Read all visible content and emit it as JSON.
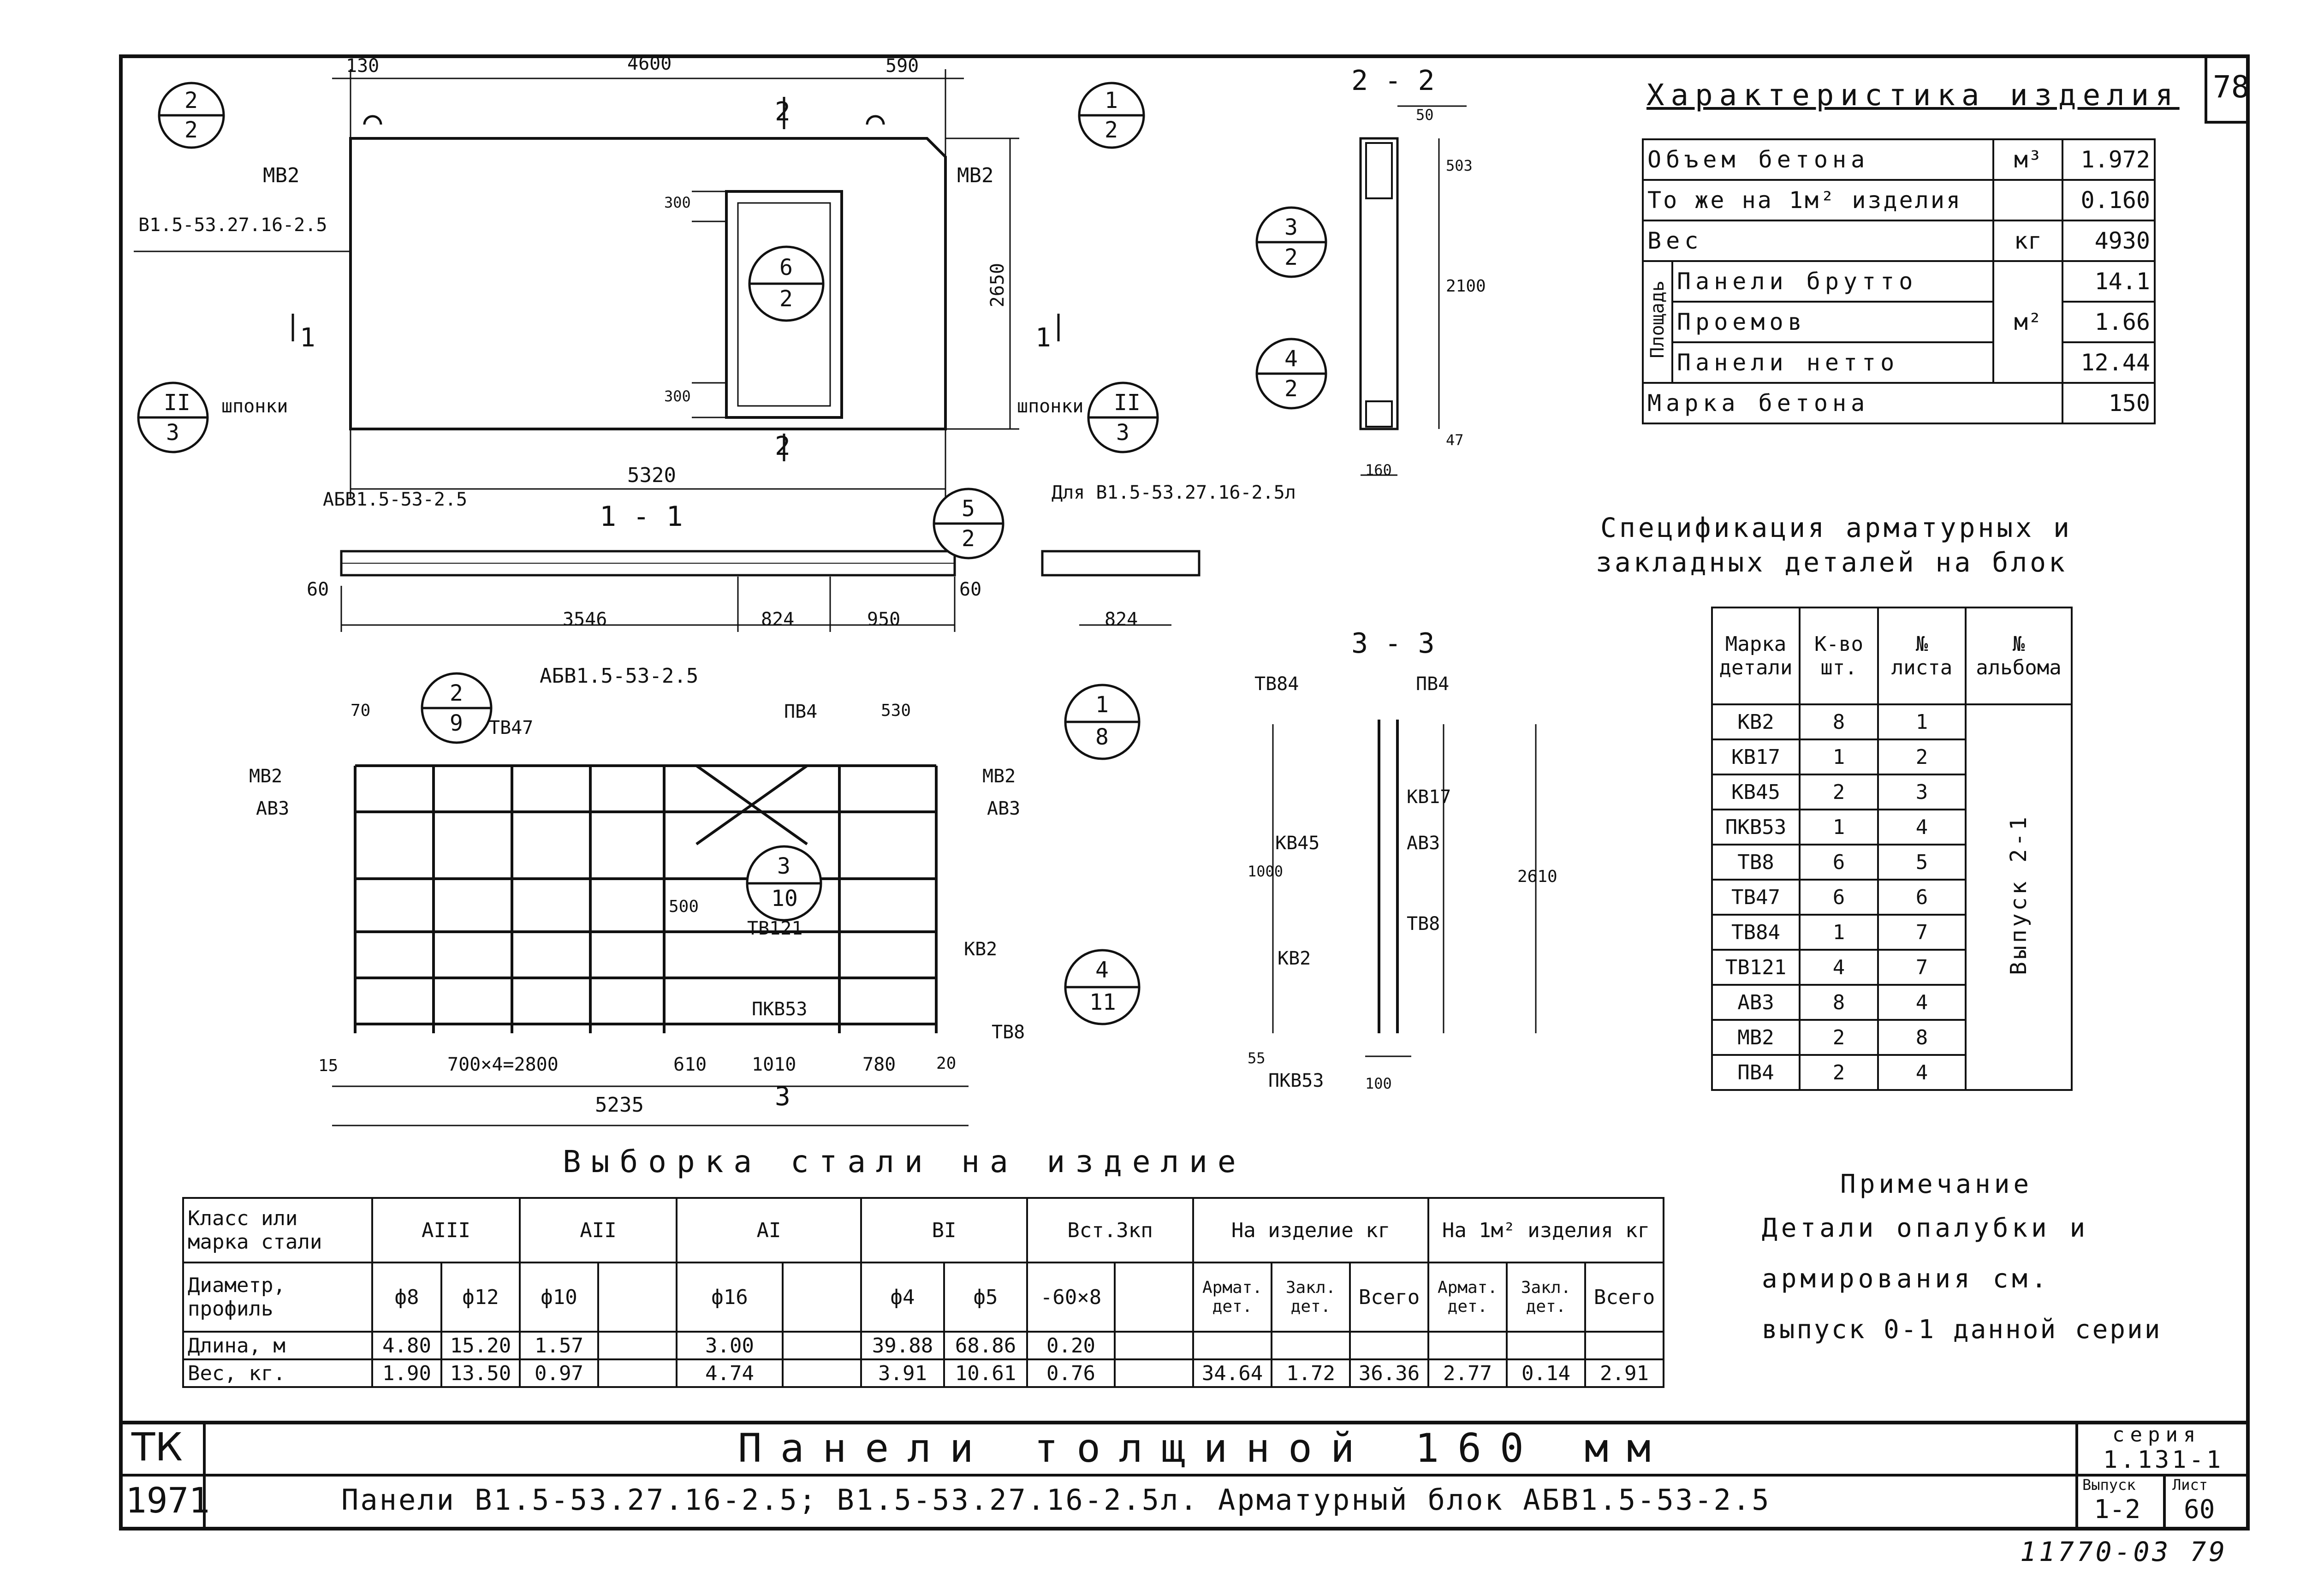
{
  "sheet_mark": "78",
  "characteristics": {
    "title": "Характеристика изделия",
    "rows": [
      {
        "label": "Объем бетона",
        "unit": "м³",
        "value": "1.972"
      },
      {
        "label": "То же на 1м² изделия",
        "unit": "",
        "value": "0.160"
      },
      {
        "label": "Вес",
        "unit": "кг",
        "value": "4930"
      },
      {
        "label": "Панели брутто",
        "unit": "",
        "value": "14.1"
      },
      {
        "label": "Проемов",
        "unit": "м²",
        "value": "1.66"
      },
      {
        "label": "Панели нетто",
        "unit": "",
        "value": "12.44"
      },
      {
        "label": "Марка бетона",
        "unit": "",
        "value": "150"
      }
    ],
    "area_group_label": "Площадь"
  },
  "spec": {
    "title_line1": "Спецификация арматурных и",
    "title_line2": "закладных деталей на блок",
    "headers": [
      "Марка детали",
      "К-во шт.",
      "№ листа",
      "№ альбома"
    ],
    "album": "Выпуск 2-1",
    "rows": [
      [
        "КВ2",
        "8",
        "1"
      ],
      [
        "КВ17",
        "1",
        "2"
      ],
      [
        "КВ45",
        "2",
        "3"
      ],
      [
        "ПКВ53",
        "1",
        "4"
      ],
      [
        "ТВ8",
        "6",
        "5"
      ],
      [
        "ТВ47",
        "6",
        "6"
      ],
      [
        "ТВ84",
        "1",
        "7"
      ],
      [
        "ТВ121",
        "4",
        "7"
      ],
      [
        "АВ3",
        "8",
        "4"
      ],
      [
        "МВ2",
        "2",
        "8"
      ],
      [
        "ПВ4",
        "2",
        "4"
      ]
    ]
  },
  "note": {
    "title": "Примечание",
    "line1": "Детали опалубки и",
    "line2": "армирования см.",
    "line3": "выпуск 0-1 данной серии"
  },
  "steel": {
    "title": "Выборка стали на изделие",
    "head_class": "Класс или марка стали",
    "head_diam": "Диаметр, профиль",
    "head_length": "Длина, м",
    "head_weight": "Вес, кг.",
    "classes": [
      "АIII",
      "АII",
      "АI",
      "ВI",
      "Вст.3кп",
      "На изделие кг",
      "На 1м² изделия кг"
    ],
    "diameters": [
      "ф8",
      "ф12",
      "ф10",
      "",
      "ф16",
      "",
      "ф4",
      "ф5",
      "-60×8",
      "",
      "Армат. дет.",
      "Закл. дет.",
      "Всего",
      "Армат. дет.",
      "Закл. дет.",
      "Всего"
    ],
    "lengths": [
      "4.80",
      "15.20",
      "1.57",
      "",
      "3.00",
      "",
      "39.88",
      "68.86",
      "0.20",
      "",
      "",
      "",
      "",
      "",
      "",
      ""
    ],
    "weights": [
      "1.90",
      "13.50",
      "0.97",
      "",
      "4.74",
      "",
      "3.91",
      "10.61",
      "0.76",
      "",
      "34.64",
      "1.72",
      "36.36",
      "2.77",
      "0.14",
      "2.91"
    ]
  },
  "title_block": {
    "org": "ТК",
    "year": "1971",
    "main_title": "Панели толщиной 160 мм",
    "subtitle": "Панели В1.5-53.27.16-2.5; В1.5-53.27.16-2.5л. Арматурный блок АБВ1.5-53-2.5",
    "series_label": "серия",
    "series_value": "1.131-1",
    "issue_label": "Выпуск",
    "issue_value": "1-2",
    "sheet_label": "Лист",
    "sheet_value": "60"
  },
  "footer_code": "11770-03 79",
  "drawing": {
    "panel_mark": "В1.5-53.27.16-2.5",
    "dim_130": "130",
    "dim_4600": "4600",
    "dim_590": "590",
    "dim_5320": "5320",
    "dim_2650": "2650",
    "dim_300a": "300",
    "dim_300b": "300",
    "mv2": "МВ2",
    "shponki": "шпонки",
    "sec_1_1": "1 - 1",
    "sec_2_2": "2 - 2",
    "sec_3_3": "3 - 3",
    "cut_1": "1",
    "cut_2": "2",
    "cut_3": "3",
    "abv_mark": "АБВ1.5-53-2.5",
    "for_l": "Для В1.5-53.27.16-2.5л",
    "dim_60": "60",
    "dim_3546": "3546",
    "dim_824": "824",
    "dim_950": "950",
    "dim_50": "50",
    "dim_503": "503",
    "dim_2100": "2100",
    "dim_47": "47",
    "dim_160": "160",
    "dim_70": "70",
    "dim_530": "530",
    "dim_500": "500",
    "dim_15": "15",
    "dim_700x4": "700×4=2800",
    "dim_610": "610",
    "dim_1010": "1010",
    "dim_780": "780",
    "dim_20": "20",
    "dim_5235": "5235",
    "dim_1000": "1000",
    "dim_2610": "2610",
    "dim_55": "55",
    "dim_100": "100",
    "av3": "АВ3",
    "tv47": "ТВ47",
    "pv4": "ПВ4",
    "tv121": "ТВ121",
    "kv2": "КВ2",
    "pkv53": "ПКВ53",
    "tv8": "ТВ8",
    "tv84": "ТВ84",
    "kv17": "КВ17",
    "kv45": "КВ45",
    "callouts": [
      {
        "top": "2",
        "bottom": "2"
      },
      {
        "top": "1",
        "bottom": "2"
      },
      {
        "top": "6",
        "bottom": "2"
      },
      {
        "top": "II",
        "bottom": "3"
      },
      {
        "top": "II",
        "bottom": "3"
      },
      {
        "top": "5",
        "bottom": "2"
      },
      {
        "top": "3",
        "bottom": "2"
      },
      {
        "top": "4",
        "bottom": "2"
      },
      {
        "top": "2",
        "bottom": "9"
      },
      {
        "top": "1",
        "bottom": "8"
      },
      {
        "top": "3",
        "bottom": "10"
      },
      {
        "top": "4",
        "bottom": "11"
      }
    ]
  }
}
